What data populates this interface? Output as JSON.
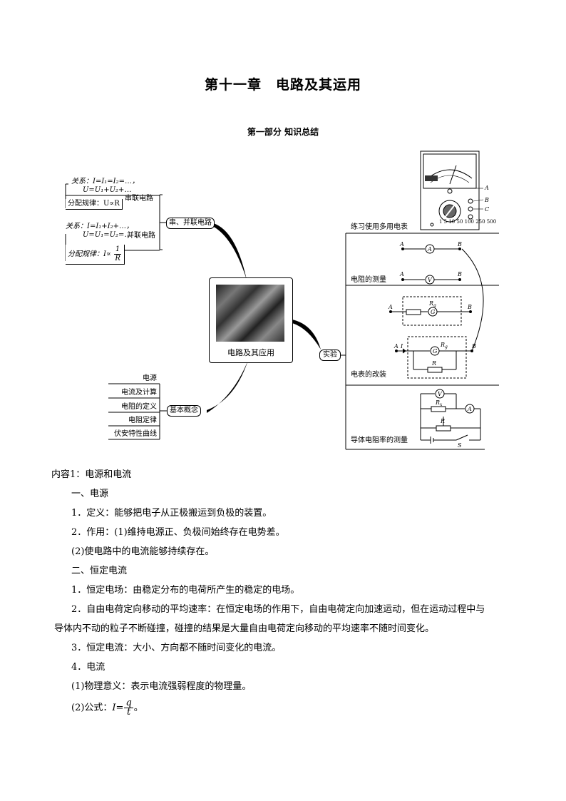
{
  "title": "第十一章　电路及其运用",
  "subtitle": "第一部分 知识总结",
  "mindmap": {
    "center": "电路及其应用",
    "series_parallel": "串、并联电路",
    "series": {
      "label": "串联电路",
      "relation_1": "关系：I=I₁=I₂=…，",
      "relation_2": "U=U₁+U₂+…",
      "distribution": "分配规律：U∝R"
    },
    "parallel": {
      "label": "并联电路",
      "relation_1": "关系：I=I₁+I₂+…，",
      "relation_2": "U=U₁=U₂=…",
      "distribution_prefix": "分配规律：I∝",
      "frac_num": "1",
      "frac_den": "R"
    },
    "basic_concepts": {
      "label": "基本概念",
      "items": [
        "电源",
        "电流及计算",
        "电阻的定义",
        "电阻定律",
        "伏安特性曲线"
      ]
    },
    "experiment": {
      "label": "实验",
      "items": [
        "练习使用多用电表",
        "电阻的测量",
        "电表的改装",
        "导体电阻率的测量"
      ]
    },
    "circuit_labels": {
      "A": "A",
      "B": "B",
      "C": "C",
      "I": "I",
      "Rg": "R",
      "g": "g",
      "R": "R",
      "Rx": "R",
      "x": "x",
      "S": "S",
      "ammeter": "A",
      "voltmeter": "V",
      "galvanometer": "G"
    }
  },
  "content": {
    "heading": "内容1：电源和电流",
    "lines": [
      "一、电源",
      "1．定义：能够把电子从正极搬运到负极的装置。",
      "2．作用：(1)维持电源正、负极间始终存在电势差。",
      "(2)使电路中的电流能够持续存在。",
      "二、恒定电流",
      "1．恒定电场：由稳定分布的电荷所产生的稳定的电场。",
      "2．自由电荷定向移动的平均速率：在恒定电场的作用下，自由电荷定向加速运动，但在运动过程中与",
      "导体内不动的粒子不断碰撞，碰撞的结果是大量自由电荷定向移动的平均速率不随时间变化。",
      "3．恒定电流：大小、方向都不随时间变化的电流。",
      "4．电流",
      "(1)物理意义：表示电流强弱程度的物理量。"
    ],
    "formula_prefix": "(2)公式：",
    "formula_lhs": "I=",
    "formula_num": "q",
    "formula_den": "t",
    "formula_suffix": "。"
  }
}
